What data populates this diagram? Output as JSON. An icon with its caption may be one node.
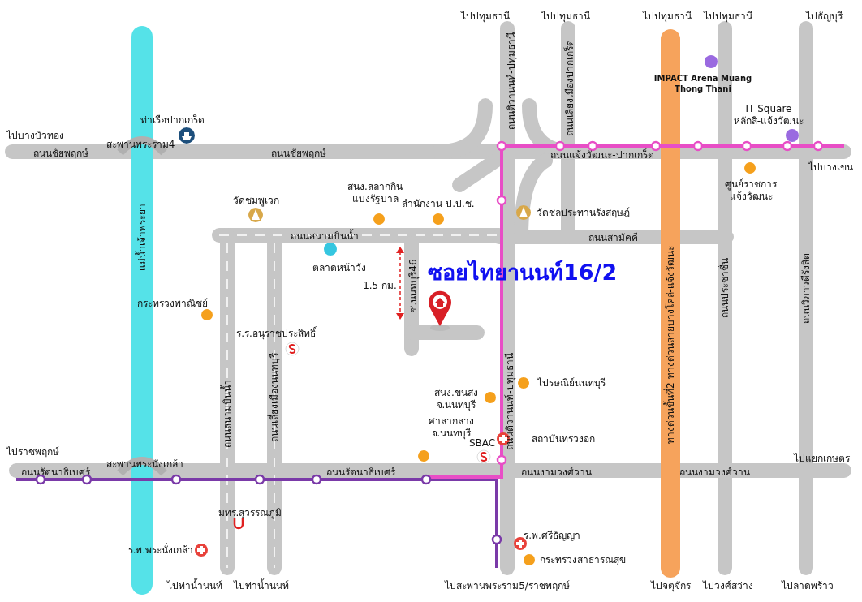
{
  "diagram": {
    "title": "ซอยไทยานนท์16/2",
    "labels": [
      "ไปปทุมธานี",
      "ไปปทุมธานี",
      "ไปปทุมธานี",
      "ไปปทุมธานี",
      "ไปธัญบุรี",
      "ถนนติวานนท์-ปทุมธานี",
      "ถนนเลี่ยงเมืองปากเกร็ด",
      "IMPACT Arena Muang Thong Thani",
      "ท่าเรือปากเกร็ด",
      "IT Square หลักสี่-แจ้งวัฒนะ",
      "ไปบางบัวทอง",
      "สะพานพระราม4",
      "ถนนชัยพฤกษ์",
      "ถนนชัยพฤกษ์",
      "ถนนแจ้งวัฒนะ-ปากเกร็ด",
      "ไปบางเขน",
      "วัดชมพูเวก",
      "สนง.สลากกิน แบ่งรัฐบาล",
      "สำนักงาน ป.ป.ช.",
      "วัดชลประทานรังสฤษฎ์",
      "ศูนย์ราชการ แจ้งวัฒนะ",
      "ถนนสนามบินน้ำ",
      "ถนนสามัคคี",
      "ตลาดหน้าวัง",
      "1.5 กม.",
      "ซ.นนทบุรี46",
      "ทางด่วนขั้นที่2 ทางด่วนสายบางโคล่-แจ้งวัฒนะ",
      "ถนนประชาชื่น",
      "ถนนวิภาวดีรังสิต",
      "ถนนติวานนท์-ปทุมธานี",
      "ถนนสนามบินน้ำ",
      "ถนนเลี่ยงเมืองนนทบุรี",
      "กระทรวงพาณิชย์",
      "ร.ร.อนุราชประสิทธิ์",
      "ไปรษณีย์นนทบุรี",
      "สนง.ขนส่ง จ.นนทบุรี",
      "ศาลากลาง จ.นนทบุรี",
      "สถาบันทรวงอก",
      "SBAC",
      "ไปราชพฤกษ์",
      "สะพานพระนั่งเกล้า",
      "ถนนรัตนาธิเบศร์",
      "ถนนรัตนาธิเบศร์",
      "ไปแยกเกษตร",
      "ถนนงามวงศ์วาน",
      "ถนนงามวงศ์วาน",
      "มทร.สุวรรณภูมิ",
      "ร.พ.ศรีธัญญา",
      "ร.พ.พระนั่งเกล้า",
      "กระทรวงสาธารณสุข",
      "ไปท่าน้ำนนท์",
      "ไปท่าน้ำนนท์",
      "ไปสะพานพระราม5/ราชพฤกษ์",
      "ไปจตุจักร",
      "ไปวงศ์สว่าง",
      "ไปลาดพร้าว",
      "แม่น้ำเจ้าพระยา"
    ]
  }
}
